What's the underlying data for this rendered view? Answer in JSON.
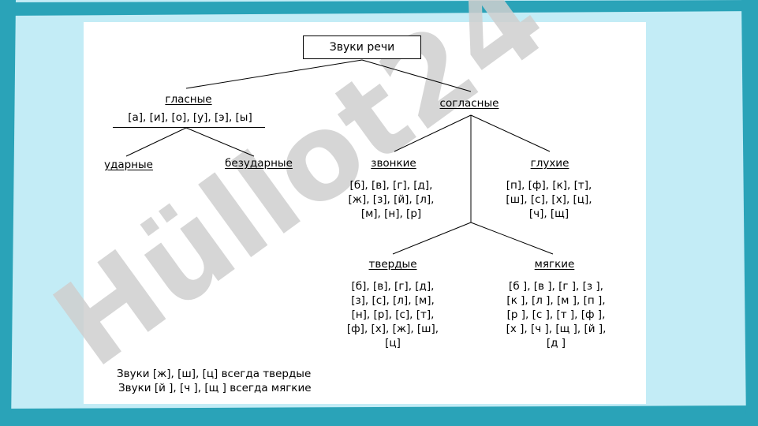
{
  "diagram": {
    "root": "Звуки речи",
    "vowels": {
      "label": "гласные",
      "sounds": "[а], [и], [о], [у], [э], [ы]",
      "stressed": "ударные",
      "unstressed": "безударные"
    },
    "consonants": {
      "label": "согласные",
      "voiced": {
        "label": "звонкие",
        "lines": [
          "[б], [в], [г], [д],",
          "[ж], [з], [й], [л],",
          "[м], [н], [р]"
        ]
      },
      "voiceless": {
        "label": "глухие",
        "lines": [
          "[п], [ф], [к], [т],",
          "[ш], [с], [х], [ц],",
          "[ч], [щ]"
        ]
      },
      "hard": {
        "label": "твердые",
        "lines": [
          "[б], [в], [г], [д],",
          "[з], [с], [л], [м],",
          "[н], [р], [с], [т],",
          "[ф], [х], [ж], [ш],",
          "[ц]"
        ]
      },
      "soft": {
        "label": "мягкие",
        "lines": [
          "[б ], [в ], [г ], [з ],",
          "[к ], [л ], [м ], [п ],",
          "[р ], [с ], [т ], [ф ],",
          "[х ], [ч ], [щ ], [й ],",
          "[д ]"
        ]
      }
    },
    "notes": [
      "Звуки [ж], [ш], [ц] всегда твердые",
      "Звуки [й ], [ч ], [щ ] всегда мягкие"
    ]
  },
  "watermark": {
    "text": "Hüllot24",
    "color": "#cfcfcf",
    "accent_color": "#ddd0fb"
  },
  "colors": {
    "frame": "#2aa3b8",
    "background": "#c3ecf6"
  }
}
